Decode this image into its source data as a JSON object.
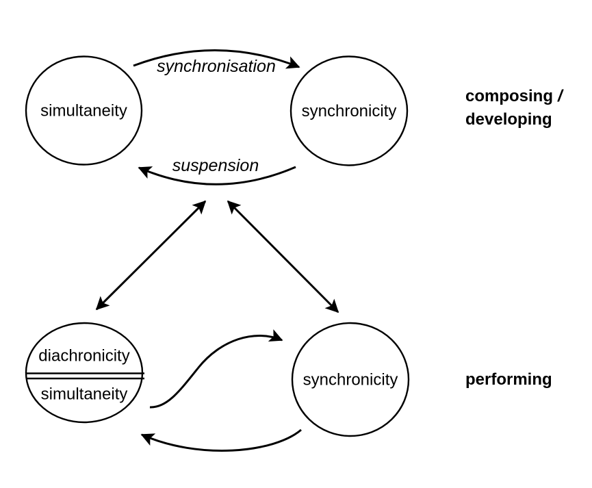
{
  "diagram": {
    "title": "Simultaneity / synchronicity cycle diagram",
    "background_color": "#ffffff",
    "stroke_color": "#000000",
    "nodes": {
      "top_left": {
        "label": "simultaneity"
      },
      "top_right": {
        "label": "synchronicity"
      },
      "bottom_left": {
        "label_top": "diachronicity",
        "label_bottom": "simultaneity"
      },
      "bottom_right": {
        "label": "synchronicity"
      }
    },
    "edge_labels": {
      "synchronisation": "synchronisation",
      "suspension": "suspension"
    },
    "group_labels": {
      "composing_line1": "composing",
      "composing_slash": "/",
      "composing_line2": "developing",
      "performing": "performing"
    }
  }
}
